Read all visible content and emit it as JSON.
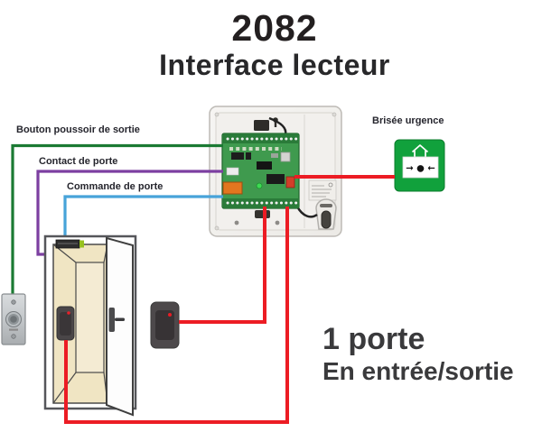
{
  "title": {
    "model": "2082",
    "subtitle": "Interface lecteur"
  },
  "labels": {
    "exit_button_wire": "Bouton poussoir de sortie",
    "door_contact_wire": "Contact de porte",
    "door_command_wire": "Commande de porte",
    "emergency_button": "Brisée urgence"
  },
  "summary": {
    "doors": "1 porte",
    "mode": "En entrée/sortie"
  },
  "emergency": {
    "symbols": "→ ● ←",
    "house_icon": "⌂"
  },
  "colors": {
    "exit_button_wire": "#1b7a33",
    "door_contact_wire": "#7c3fa1",
    "door_command_wire": "#47a3d9",
    "reader_wire": "#ec1c24",
    "emergency_button": "#11a13c",
    "pcb_board": "#3f9a4e"
  }
}
